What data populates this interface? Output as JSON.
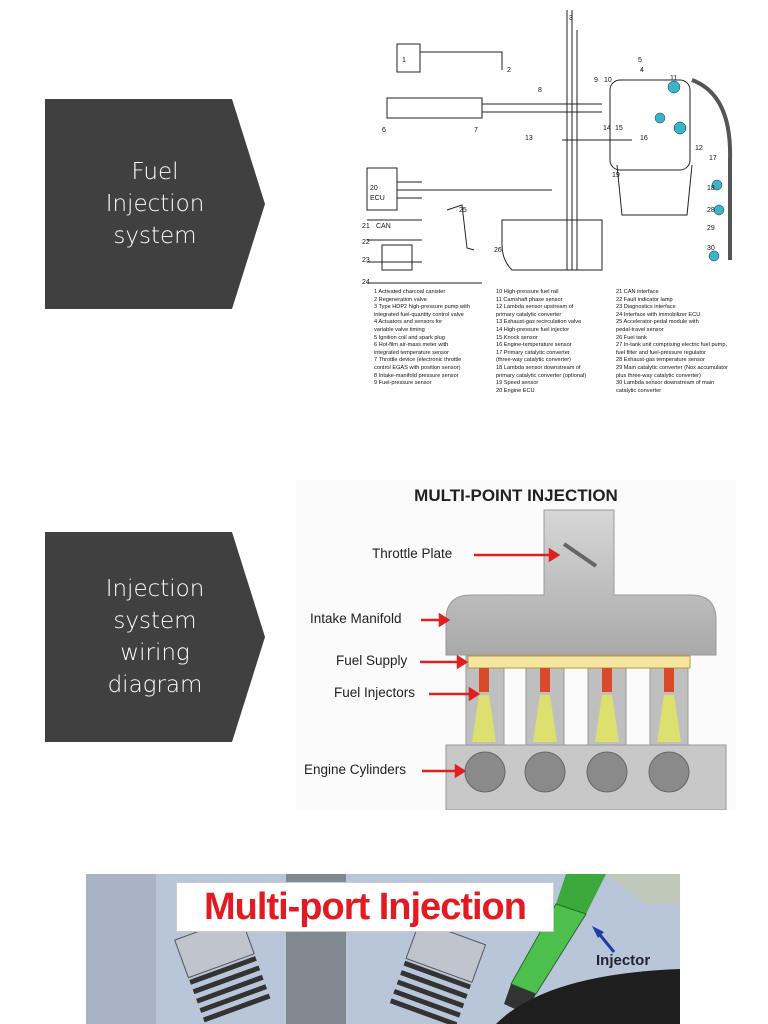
{
  "labels": {
    "fuel_injection": "Fuel\nInjection\nsystem",
    "wiring_diagram": "Injection\nsystem\nwiring\ndiagram"
  },
  "schematic": {
    "legend_col1": [
      "1 Activated charcoal canister",
      "2 Regeneration valve",
      "3 Type HDP2 high-pressure pump with",
      "   integrated fuel-quantity control valve",
      "4 Actuators and sensors for",
      "   variable valve timing",
      "5 Ignition coil and spark plug",
      "6 Hot-film air-mass meter with",
      "   integrated temperature sensor",
      "7 Throttle device (electronic throttle",
      "   control EGAS with position sensor)",
      "8 Intake-manifold pressure sensor",
      "9 Fuel-pressure sensor"
    ],
    "legend_col2": [
      "10 High-pressure fuel rail",
      "11 Camshaft phase sensor",
      "12 Lambda sensor upstream of",
      "    primary catalytic converter",
      "13 Exhaust-gas recirculation valve",
      "14 High-pressure fuel injector",
      "15 Knock sensor",
      "16 Engine-temperature sensor",
      "17 Primary catalytic converter",
      "    (three-way catalytic converter)",
      "18 Lambda sensor downstream of",
      "    primary catalytic converter (optional)",
      "19 Speed sensor",
      "20 Engine ECU"
    ],
    "legend_col3": [
      "21 CAN interface",
      "22 Fault indicator lamp",
      "23 Diagnostics interface",
      "24 Interface with immobilizer ECU",
      "25 Accelerator-pedal module with",
      "    pedal-travel sensor",
      "26 Fuel tank",
      "27 In-tank unit comprising electric fuel pump,",
      "    fuel filter and fuel-pressure regulator",
      "28 Exhaust-gas temperature sensor",
      "29 Main catalytic converter (Nox accumulator",
      "    plus three-way catalytic converter)",
      "30 Lambda sensor downstream of main",
      "    catalytic converter"
    ],
    "tags": {
      "ecu_num": "20",
      "ecu": "ECU",
      "can": "CAN",
      "n1": "1",
      "n2": "2",
      "n3": "3",
      "n4": "4",
      "n5": "5",
      "n6": "6",
      "n7": "7",
      "n8": "8",
      "n9": "9",
      "n10": "10",
      "n11": "11",
      "n12": "12",
      "n13": "13",
      "n14": "14",
      "n15": "15",
      "n16": "16",
      "n17": "17",
      "n18": "18",
      "n19": "19",
      "n21": "21",
      "n22": "22",
      "n23": "23",
      "n24": "24",
      "n25": "25",
      "n26": "26",
      "n28": "28",
      "n29": "29",
      "n30": "30"
    }
  },
  "mpi": {
    "title": "MULTI-POINT INJECTION",
    "throttle_plate": "Throttle Plate",
    "intake_manifold": "Intake Manifold",
    "fuel_supply": "Fuel Supply",
    "fuel_injectors": "Fuel Injectors",
    "engine_cylinders": "Engine Cylinders",
    "accent": "#e02020"
  },
  "mport": {
    "title": "Multi-port Injection",
    "injector": "Injector"
  }
}
